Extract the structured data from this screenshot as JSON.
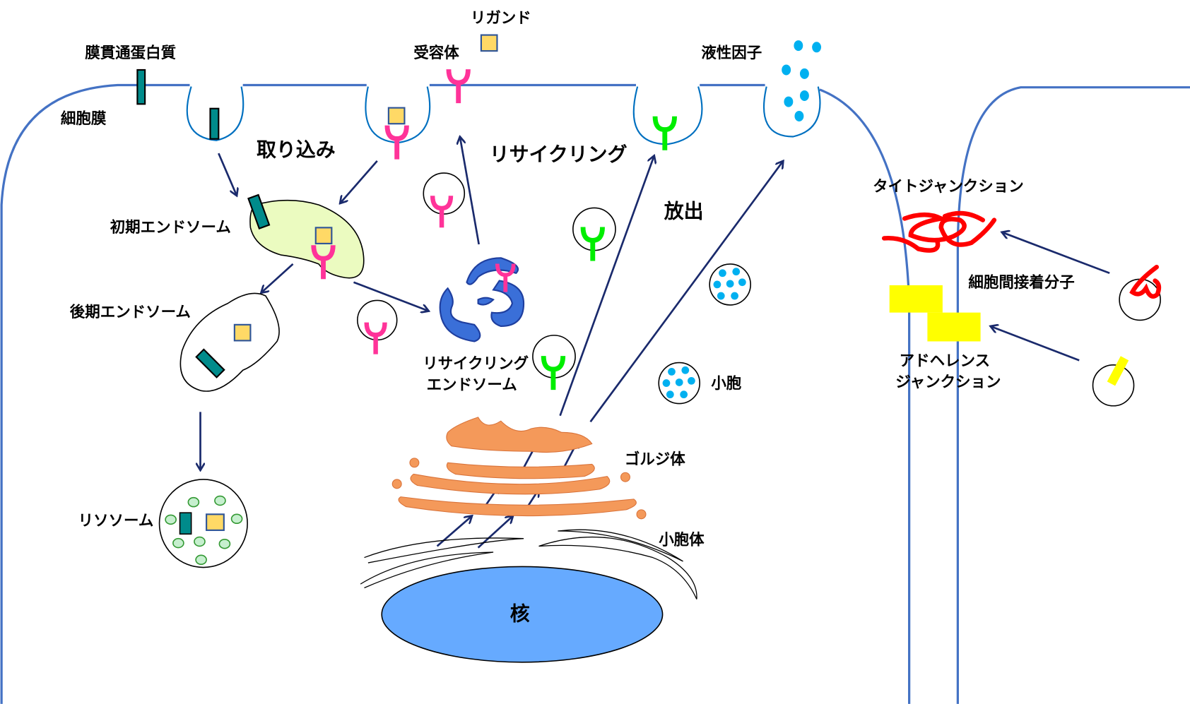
{
  "labels": {
    "transmembrane_protein": "膜貫通蛋白質",
    "cell_membrane": "細胞膜",
    "ligand": "リガンド",
    "receptor": "受容体",
    "soluble_factor": "液性因子",
    "uptake": "取り込み",
    "recycling": "リサイクリング",
    "release": "放出",
    "early_endosome": "初期エンドソーム",
    "late_endosome": "後期エンドソーム",
    "lysosome": "リソソーム",
    "recycling_endosome_1": "リサイクリング",
    "recycling_endosome_2": "エンドソーム",
    "vesicle": "小胞",
    "golgi": "ゴルジ体",
    "er": "小胞体",
    "nucleus": "核",
    "tight_junction": "タイトジャンクション",
    "cell_adhesion": "細胞間接着分子",
    "adherens_1": "アドヘレンス",
    "adherens_2": "ジャンクション"
  },
  "colors": {
    "membrane": "#4472c4",
    "teal": "#008b8b",
    "ligand": "#ffd966",
    "receptor_pink": "#ff3399",
    "receptor_green": "#00ee00",
    "fluid": "#00b0f0",
    "golgi": "#f4a460",
    "nucleus": "#66aaff",
    "arrow": "#1a2a6c",
    "tight": "#ff0000",
    "adherens": "#ffff00"
  }
}
